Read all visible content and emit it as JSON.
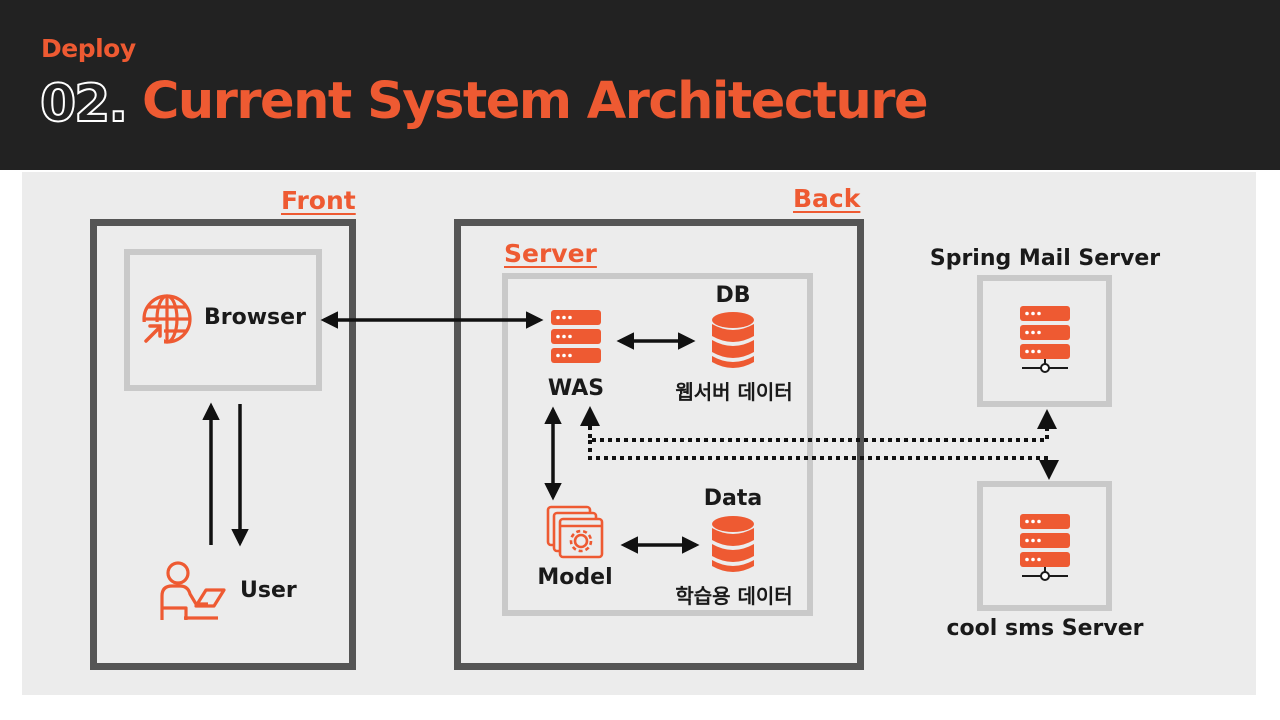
{
  "header": {
    "subtitle": "Deploy",
    "number": "02.",
    "title": "Current System Architecture"
  },
  "sections": {
    "front": "Front",
    "back": "Back",
    "server": "Server"
  },
  "nodes": {
    "browser": "Browser",
    "user": "User",
    "was": "WAS",
    "db_title": "DB",
    "db_caption": "웹서버 데이터",
    "model": "Model",
    "data_title": "Data",
    "data_caption": "학습용 데이터",
    "mail_server": "Spring Mail Server",
    "sms_server": "cool sms Server"
  },
  "colors": {
    "accent": "#ee5a32",
    "header_bg": "#222222",
    "panel_bg": "#ececec",
    "outer_border": "#555555",
    "inner_border": "#c9c9c9"
  },
  "icons": {
    "browser": "globe-cursor-icon",
    "user": "user-laptop-icon",
    "was": "server-rack-icon",
    "db": "database-icon",
    "model": "window-gear-icon",
    "data": "database-icon",
    "mail": "server-rack-icon",
    "sms": "server-rack-icon"
  }
}
